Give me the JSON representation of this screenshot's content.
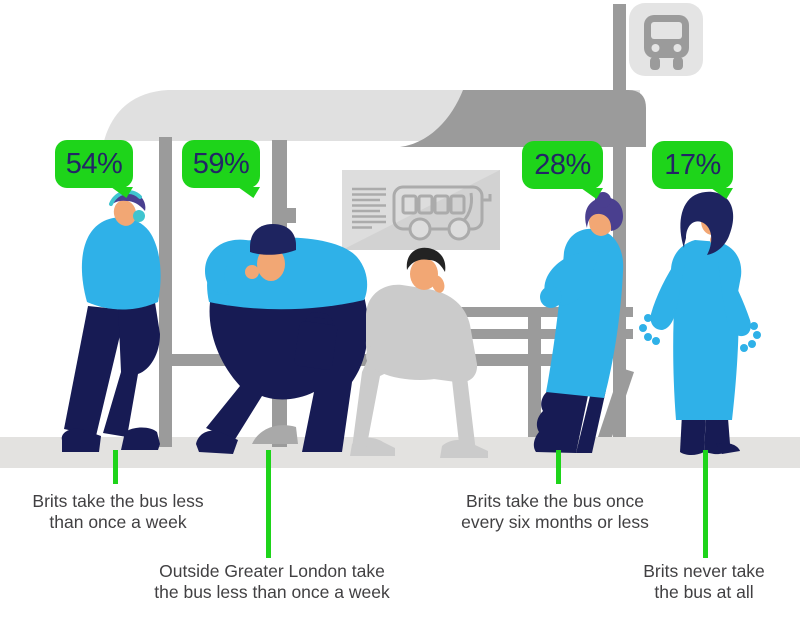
{
  "stats": [
    {
      "value": "54%",
      "line1": "Brits take the bus less",
      "line2": "than once a week"
    },
    {
      "value": "59%",
      "line1": "Outside Greater London take",
      "line2": "the bus less than once a week"
    },
    {
      "value": "28%",
      "line1": "Brits take the bus once",
      "line2": "every six months or less"
    },
    {
      "value": "17%",
      "line1": "Brits never take",
      "line2": "the bus at all"
    }
  ],
  "chart_data": {
    "type": "bar",
    "style": "illustrated pictogram — five people waiting at a bus stop, green speech bubbles show percentages, green callout lines point to captions",
    "categories": [
      "Brits take the bus less than once a week",
      "Outside Greater London take the bus less than once a week",
      "Brits take the bus once every six months or less",
      "Brits never take the bus at all"
    ],
    "values": [
      54,
      59,
      28,
      17
    ],
    "unit": "%",
    "title": "",
    "legend": "none",
    "axes": "none (speech-bubble data labels only)"
  },
  "icons": {
    "bus_stop_sign": "bus-icon",
    "poster": "bus-ad-icon"
  },
  "colors": {
    "green": "#1ED41A",
    "bubble_text": "#222665",
    "label_text": "#414042",
    "blue": "#2FB1E8",
    "navy": "#171B54",
    "cap_navy": "#1E2460",
    "purple": "#4A3F8F",
    "teal": "#3FC4CF",
    "skin": "#F2A774",
    "gray_mid": "#9B9B9B",
    "gray_light": "#E0E0E0",
    "gray_sign": "#E4E4E4",
    "gray_poster": "#D2D2D2",
    "gray_poster_light": "#DDDDDD",
    "gray_sitter": "#CBCBCB",
    "shadow_gray": "#A9A9A9",
    "bus_outline": "#ABABAB",
    "platform": "#E3E2E0",
    "hair_black": "#232323"
  }
}
